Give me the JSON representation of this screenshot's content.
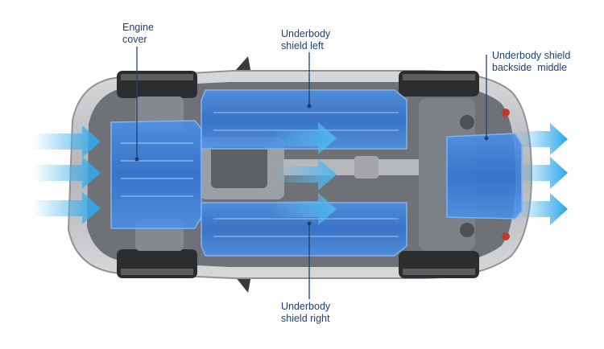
{
  "labels": {
    "engine_cover": {
      "line1": "Engine",
      "line2": "cover"
    },
    "underbody_left": {
      "line1": "Underbody",
      "line2": "shield left"
    },
    "underbody_right": {
      "line1": "Underbody",
      "line2": "shield right"
    },
    "backside_middle": {
      "line1": "Underbody shield",
      "line2": "backside  middle"
    }
  },
  "colors": {
    "label_text": "#1f3f73",
    "leader_line": "#1f3f73",
    "shield_fill": "#3c86e8",
    "airflow_arrow": "#49b4ec",
    "car_body": "#c4c6c9"
  },
  "airflow": {
    "entry_arrow_count": 3,
    "underbody_arrow_count": 3,
    "exit_arrow_count": 3
  }
}
